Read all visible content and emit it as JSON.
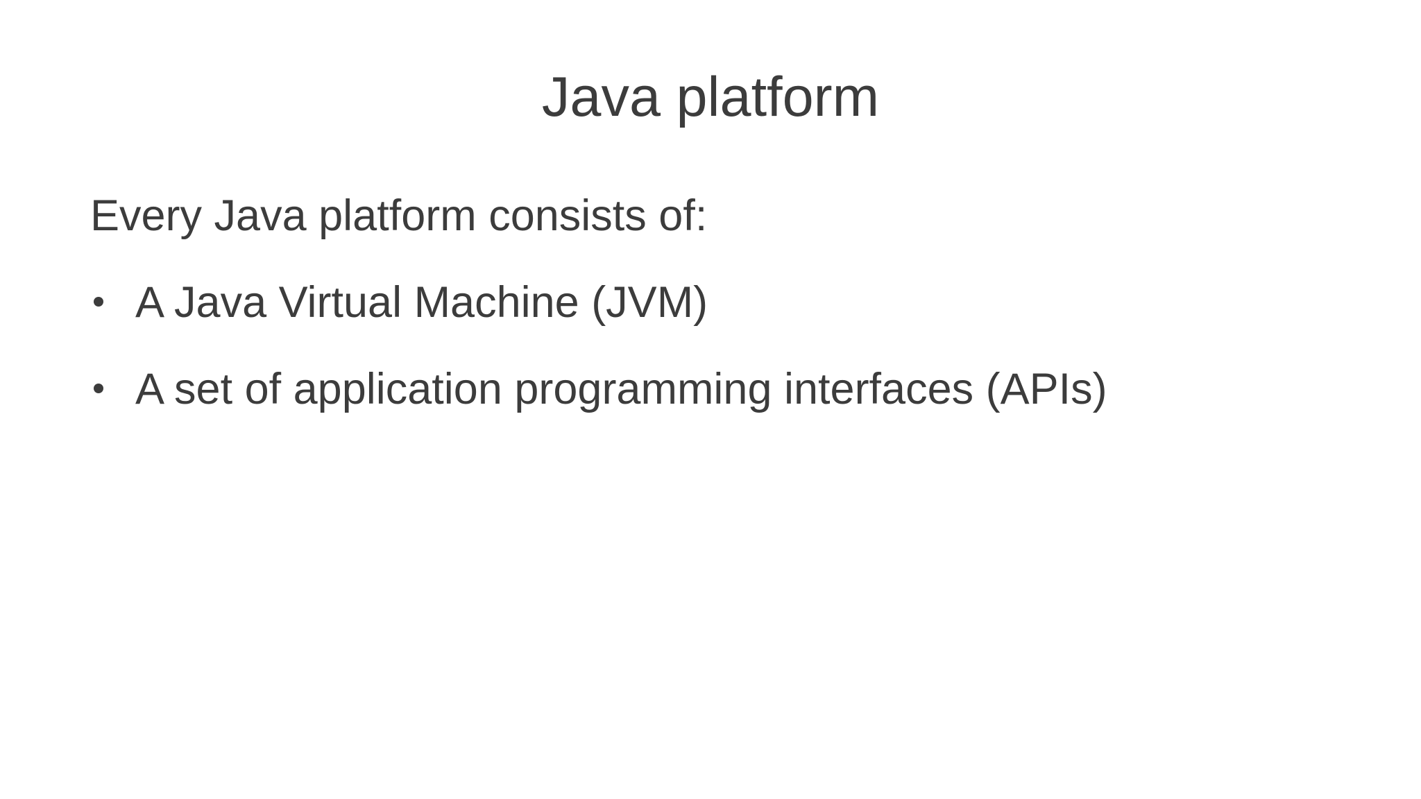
{
  "slide": {
    "title": "Java platform",
    "intro": "Every Java platform consists of:",
    "bullets": [
      "A Java Virtual Machine (JVM)",
      "A set of application programming interfaces (APIs)"
    ],
    "colors": {
      "background": "#ffffff",
      "text": "#3c3c3c"
    }
  }
}
